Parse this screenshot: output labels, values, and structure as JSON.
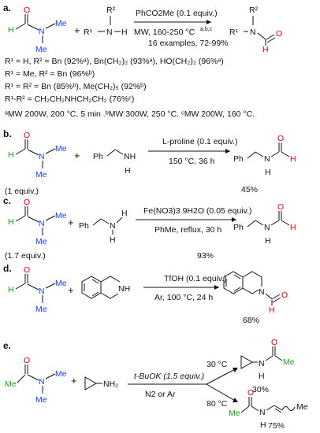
{
  "sections": {
    "a": {
      "label": "a.",
      "reagent": "PhCO2Me (0.1 equiv.)",
      "condition": "MW, 160-250 °C",
      "condition_sup": "a,b,c",
      "yield": "16 examples, 72-99%",
      "notes": [
        {
          "text": "R",
          "rest": "= H, R",
          "rest2": "= Bn (92%",
          "s": "a",
          "tail": "), Bn(CH2)2 (93%",
          "s2": "a",
          "tail2": "), HO(CH2)2 (96%",
          "s3": "a",
          "end": ")"
        },
        {
          "text": "R",
          "rest": "= Me, R",
          "rest2": "= Bn (96%",
          "s": "b",
          "end": ")"
        }
      ],
      "line1": "R¹ = H, R² = Bn (92%ᵃ), Bn(CH₂)₂ (93%ᵃ), HO(CH₂)₂ (96%ᵃ)",
      "line2": "R¹ = Me, R² = Bn (96%ᵇ)",
      "line3": "R¹ = R² = Bn (85%ᵇ), Me(CH₂)₅ (92%ᵇ)",
      "line4": "R¹-R² = CH₂CH₂NHCH₂CH₂ (76%ᶜ)",
      "line5": "ᵃMW 200W, 200 °C, 5 min .ᵇMW 300W, 250 °C. ᶜMW 200W, 160 °C."
    },
    "b": {
      "label": "b.",
      "equiv": "(1 equiv.)",
      "reagent": "L-proline (0.1 equiv.)",
      "condition": "150 °C, 36 h",
      "yield": "45%"
    },
    "c": {
      "label": "c.",
      "equiv": "(1.7 equiv.)",
      "reagent": "Fe(NO3)3 9H2O (0.05 equiv.)",
      "condition": "PhMe, reflux, 30 h",
      "yield": "93%"
    },
    "d": {
      "label": "d.",
      "reagent": "TfOH (0.1 equiv.)",
      "condition": "Ar, 100 °C, 24 h",
      "yield": "68%"
    },
    "e": {
      "label": "e.",
      "reagent": "t-BuOK (1.5 equiv.)",
      "condition": "N2 or Ar",
      "temp1": "30 °C",
      "temp2": "80 °C",
      "yield1": "30%",
      "yield2": "75%"
    }
  },
  "atoms": {
    "O": "O",
    "H": "H",
    "N": "N",
    "Me": "Me",
    "Ph": "Ph",
    "NH": "NH",
    "NH2": "NH₂",
    "R1": "R¹",
    "R2": "R²",
    "plus": "+"
  },
  "colors": {
    "red": "#e8000b",
    "blue": "#1a3cff",
    "green": "#12a01d",
    "black": "#111111"
  }
}
